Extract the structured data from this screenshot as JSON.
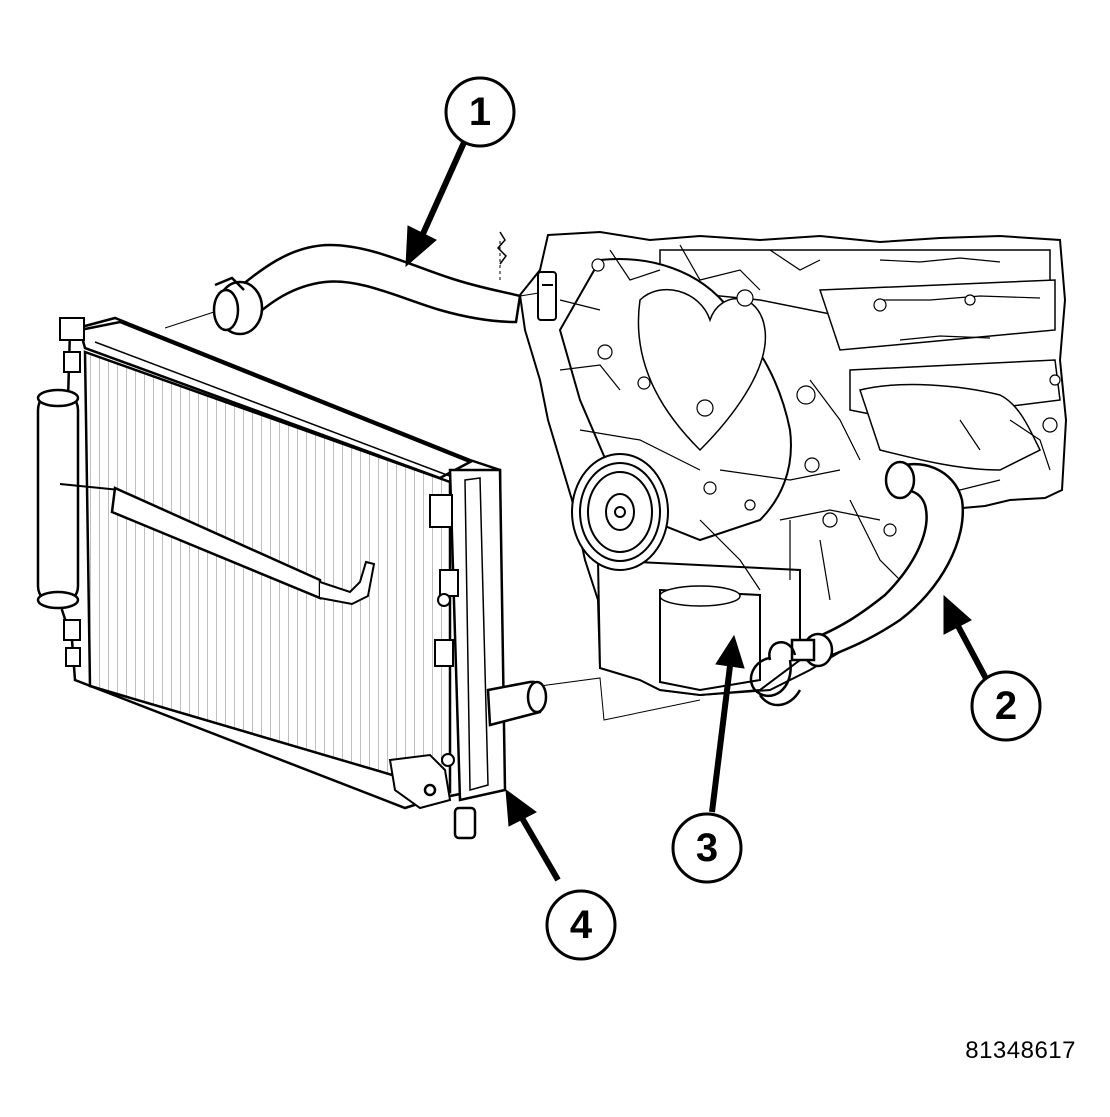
{
  "callouts": [
    {
      "id": "1"
    },
    {
      "id": "2"
    },
    {
      "id": "3"
    },
    {
      "id": "4"
    }
  ],
  "figure_id": "81348617",
  "colors": {
    "line": "#000000",
    "fill": "#ffffff"
  }
}
